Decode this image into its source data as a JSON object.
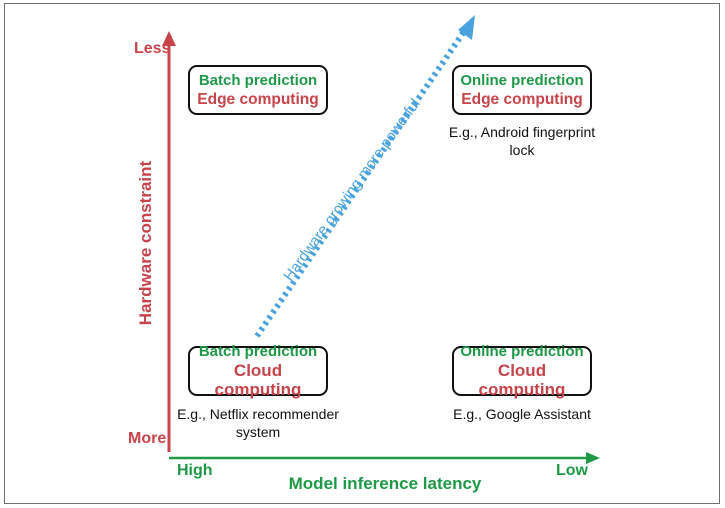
{
  "y_axis": {
    "label": "Hardware constraint",
    "top": "Less",
    "bottom": "More"
  },
  "x_axis": {
    "label": "Model inference latency",
    "left": "High",
    "right": "Low"
  },
  "diagonal_label": "Hardware growing more powerful",
  "quadrants": {
    "top_left": {
      "line1": "Batch prediction",
      "line2": "Edge computing"
    },
    "top_right": {
      "line1": "Online prediction",
      "line2": "Edge computing",
      "example_line1": "E.g., Android fingerprint",
      "example_line2": "lock"
    },
    "bottom_left": {
      "line1": "Batch prediction",
      "line2": "Cloud computing",
      "example_line1": "E.g., Netflix recommender",
      "example_line2": "system"
    },
    "bottom_right": {
      "line1": "Online prediction",
      "line2": "Cloud computing",
      "example_line1": "E.g., Google Assistant"
    }
  },
  "colors": {
    "red": "#c8444b",
    "green": "#1e9a47",
    "blue": "#4aa3df",
    "border": "#111111"
  }
}
